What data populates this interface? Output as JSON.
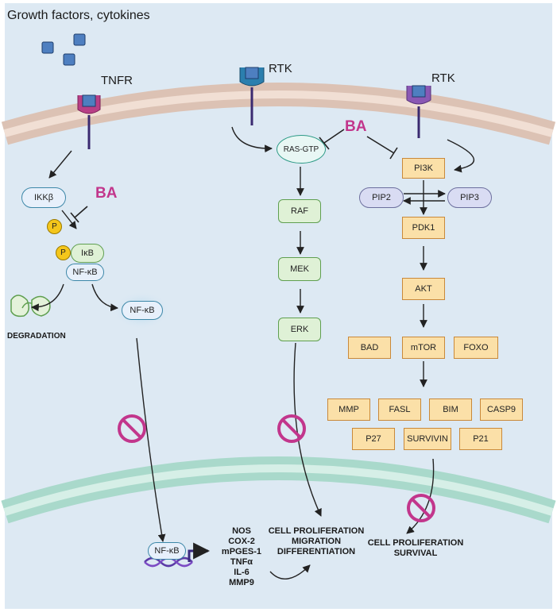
{
  "title": "Growth factors, cytokines",
  "receptors": {
    "tnfr": "TNFR",
    "rtk1": "RTK",
    "rtk2": "RTK"
  },
  "inhibitor": {
    "ba1": "BA",
    "ba2": "BA"
  },
  "nfkb_path": {
    "ikk": "IKKβ",
    "p1": "P",
    "p2": "P",
    "ikb": "IκB",
    "nfkb": "NF-κB",
    "nfkb_free": "NF-κB",
    "degradation": "DEGRADATION",
    "nfkb_dna": "NF-κB"
  },
  "mapk_path": {
    "ras": "RAS-GTP",
    "raf": "RAF",
    "mek": "MEK",
    "erk": "ERK"
  },
  "pi3k_path": {
    "pi3k": "PI3K",
    "pip2": "PIP2",
    "pip3": "PIP3",
    "pdk1": "PDK1",
    "akt": "AKT",
    "bad": "BAD",
    "mtor": "mTOR",
    "foxo": "FOXO",
    "mmp": "MMP",
    "fasl": "FASL",
    "bim": "BIM",
    "casp9": "CASP9",
    "p27": "P27",
    "survivin": "SURVIVIN",
    "p21": "P21"
  },
  "genes": [
    "NOS",
    "COX-2",
    "mPGES-1",
    "TNFα",
    "IL-6",
    "MMP9"
  ],
  "outcomes": {
    "mid": [
      "CELL PROLIFERATION",
      "MIGRATION",
      "DIFFERENTIATION"
    ],
    "right": [
      "CELL PROLIFERATION",
      "SURVIVAL"
    ]
  },
  "colors": {
    "background": "#dde9f3",
    "cell_membrane": "#e6c7b3",
    "nuclear_membrane": "#b7dfd3",
    "inhibitor": "#c2368c",
    "receptor_tnfr": "#b83f86",
    "receptor_rtk1": "#2b7fae",
    "receptor_rtk2": "#8a58b4",
    "phosphate": "#f4c61b"
  }
}
